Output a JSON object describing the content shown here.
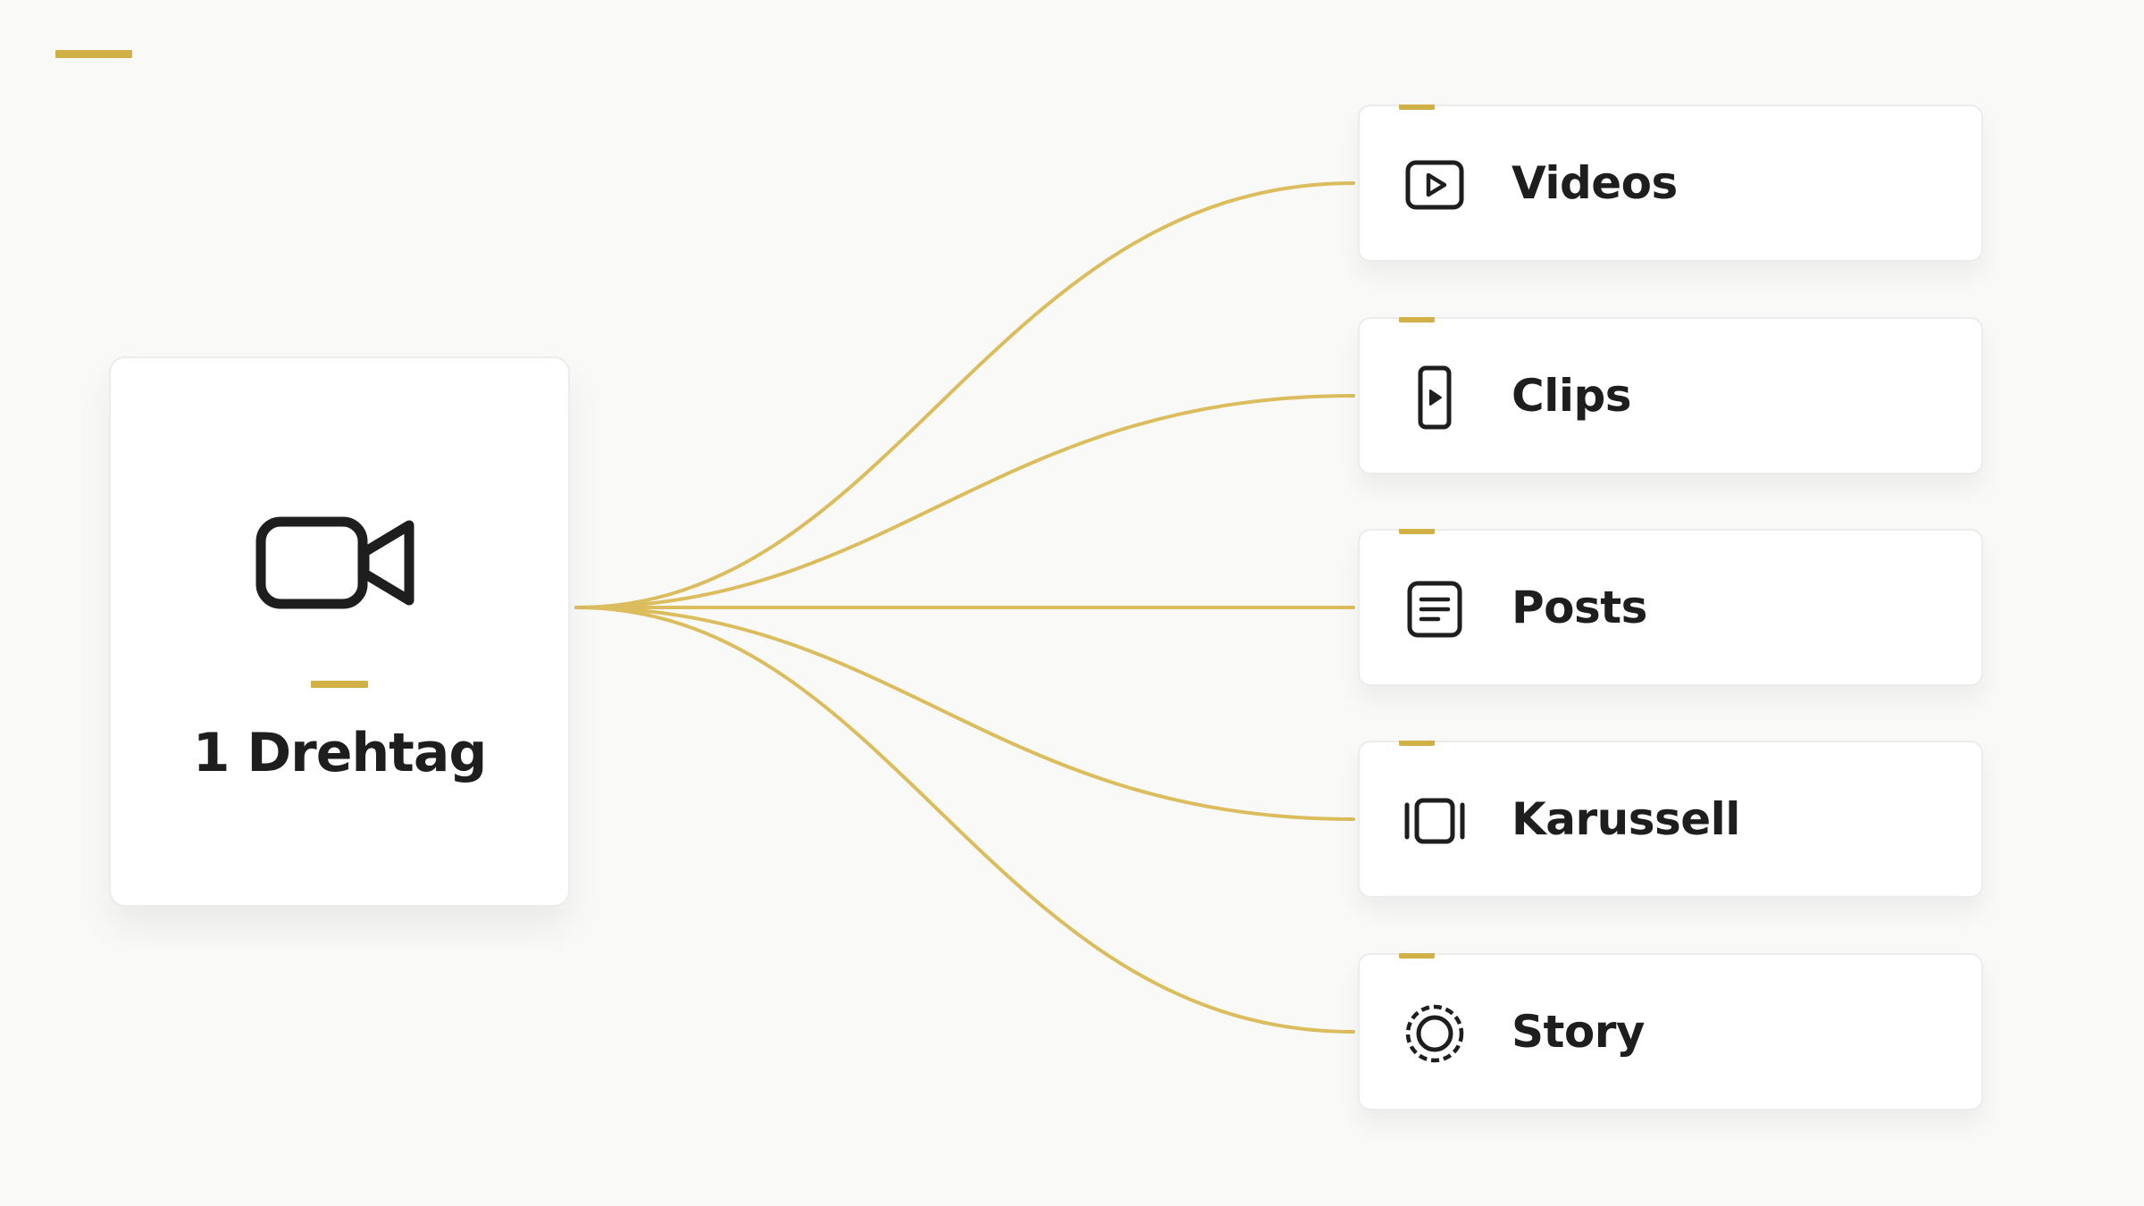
{
  "colors": {
    "accent": "#d1b048",
    "connector": "#dbbd5e",
    "text": "#1e1e1e",
    "background": "#f9f9f7",
    "card": "#ffffff"
  },
  "source": {
    "label": "1 Drehtag",
    "icon": "video-camera-icon"
  },
  "outputs": [
    {
      "label": "Videos",
      "icon": "play-button-icon"
    },
    {
      "label": "Clips",
      "icon": "vertical-video-icon"
    },
    {
      "label": "Posts",
      "icon": "post-icon"
    },
    {
      "label": "Karussell",
      "icon": "carousel-icon"
    },
    {
      "label": "Story",
      "icon": "story-ring-icon"
    }
  ]
}
